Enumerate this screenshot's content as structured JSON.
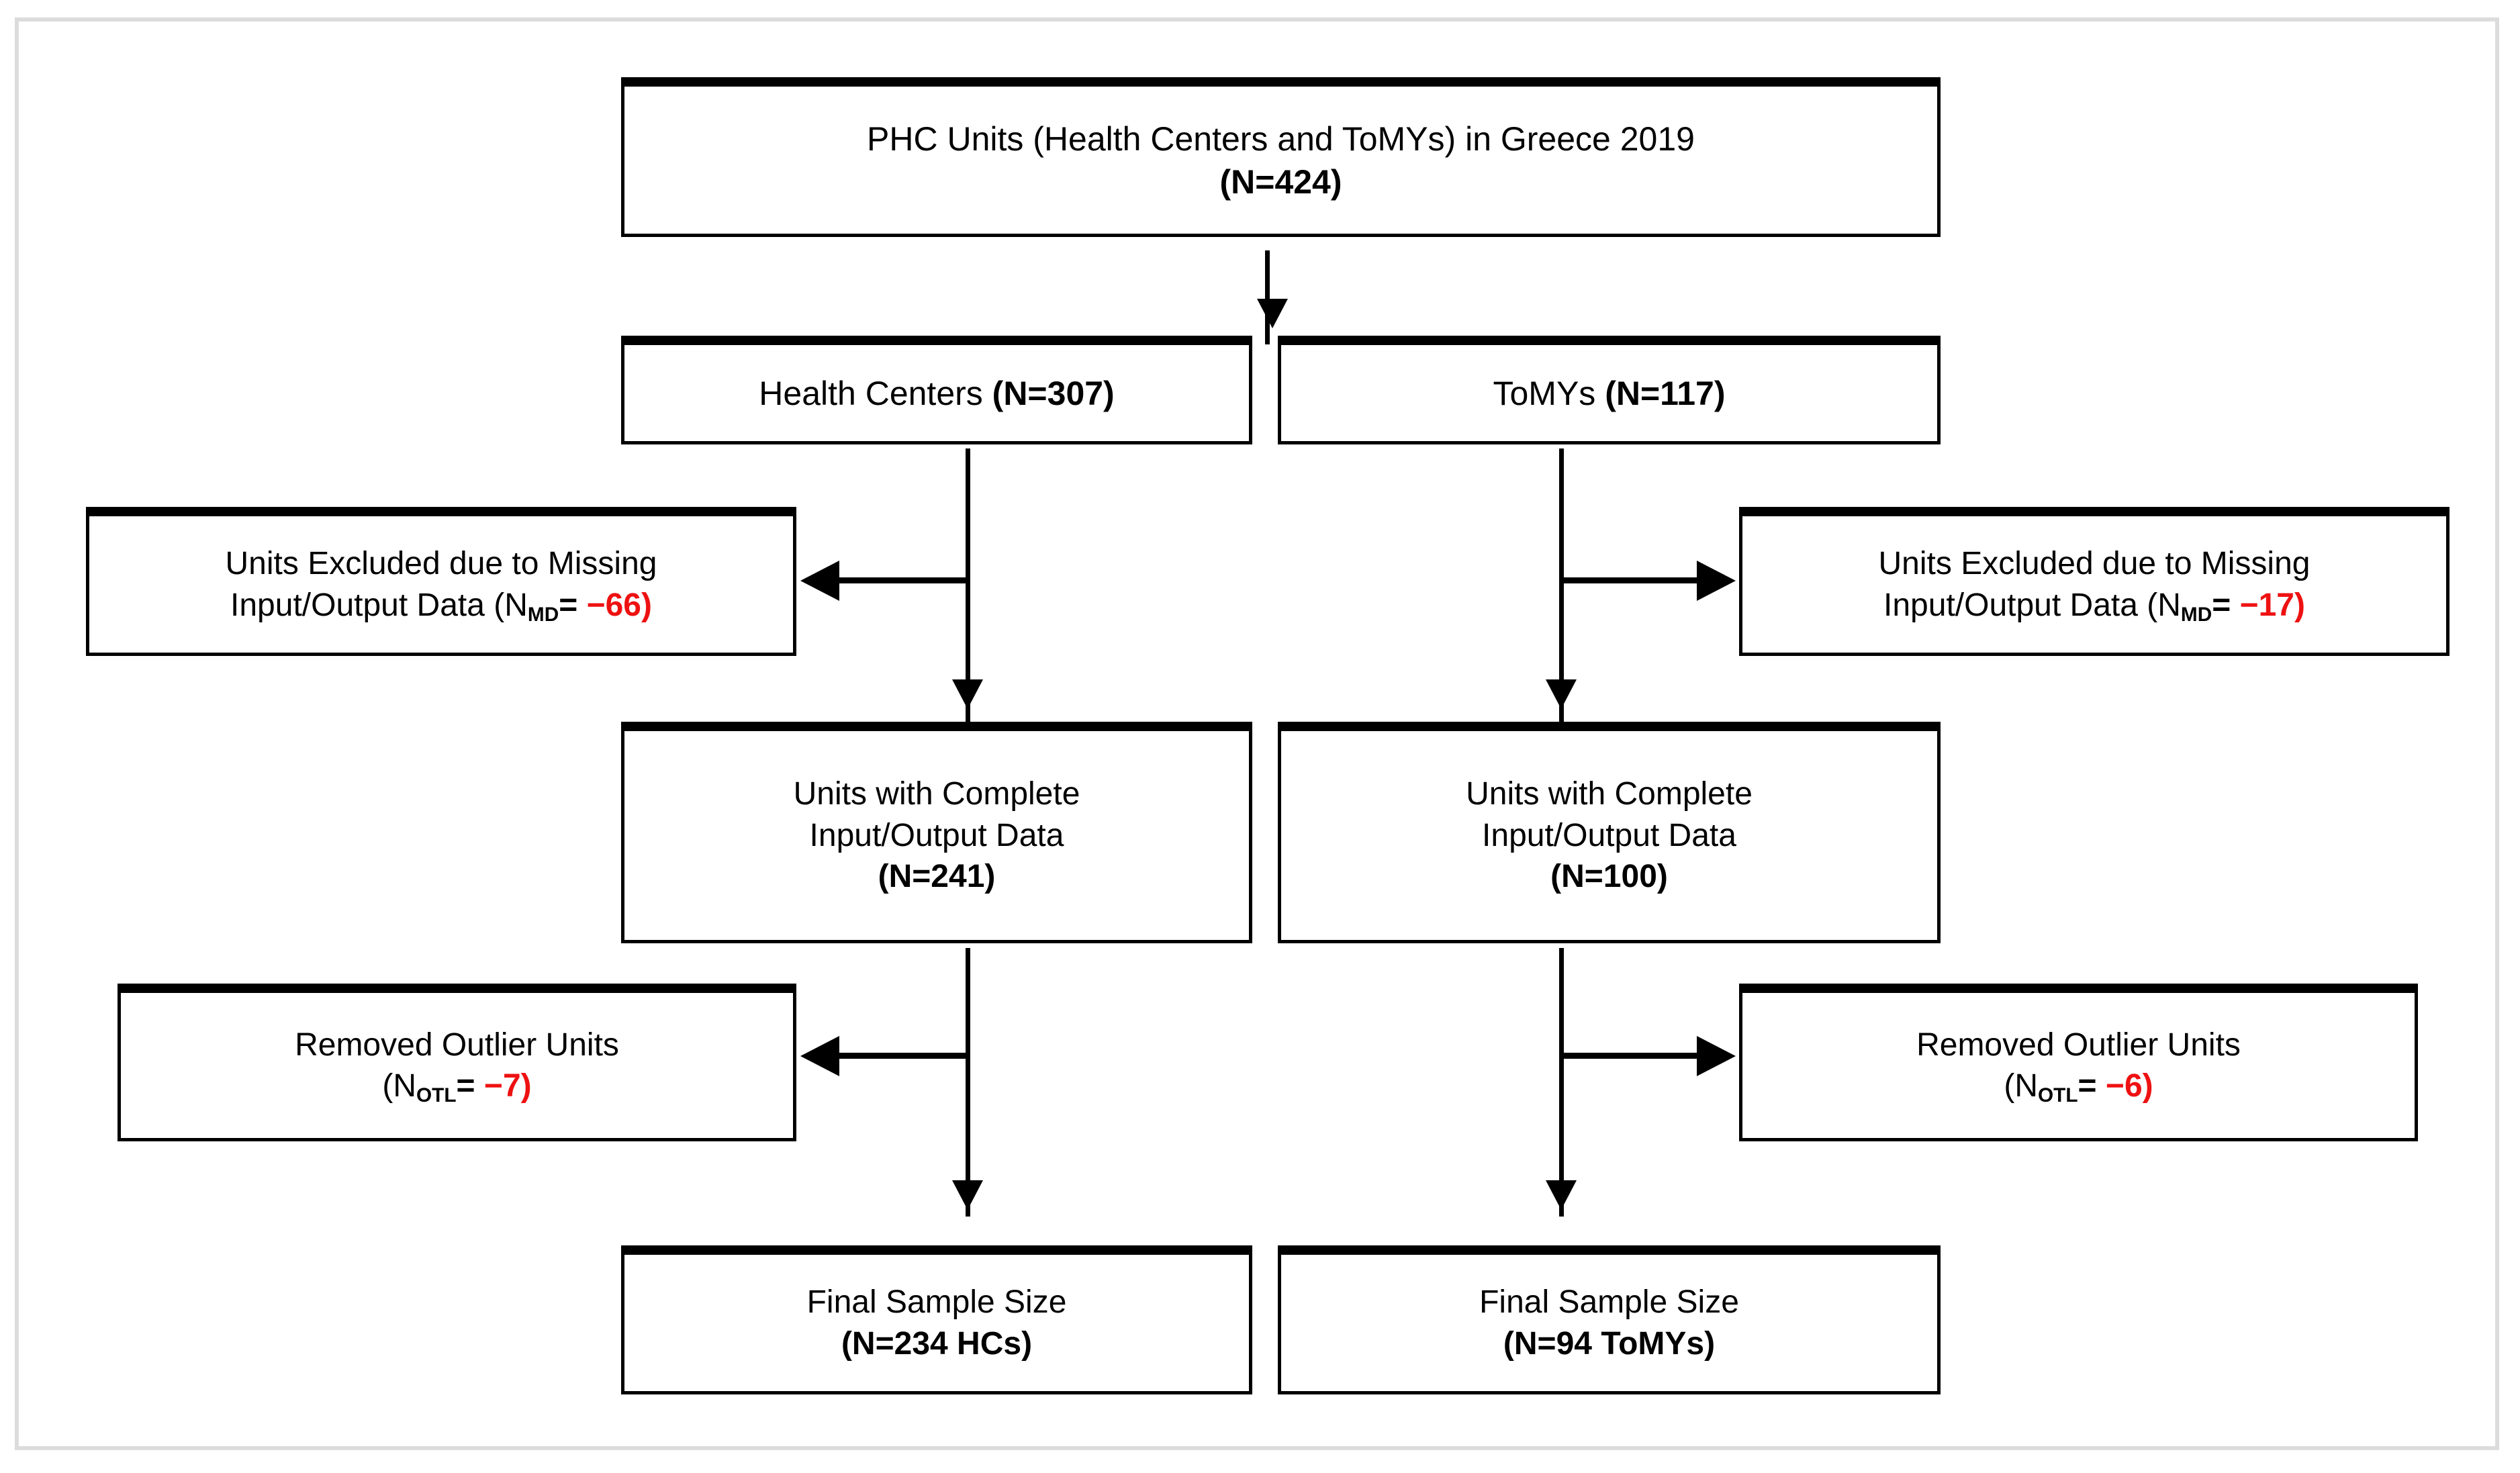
{
  "diagram": {
    "title_not_shown": "",
    "colors": {
      "box_border": "#000000",
      "box_shadow": "#9a9a9a",
      "negative_value": "#ee1111",
      "outer_frame": "#dcdcdc",
      "text": "#000000"
    },
    "nodes": {
      "total": {
        "line1": "PHC Units (Health Centers and ToMYs) in Greece 2019",
        "line2": "(N=424)"
      },
      "health_centers": {
        "label": "Health Centers ",
        "count": "(N=307)"
      },
      "tomys": {
        "label": "ToMYs ",
        "count": "(N=117)"
      },
      "excluded_hc": {
        "line1": "Units Excluded due to Missing",
        "line2_prefix": "Input/Output Data (N",
        "line2_sub": "MD",
        "line2_eq": "= ",
        "line2_value": "−66)"
      },
      "excluded_tomys": {
        "line1": "Units Excluded due to Missing",
        "line2_prefix": "Input/Output Data (N",
        "line2_sub": "MD",
        "line2_eq": "= ",
        "line2_value": "−17)"
      },
      "complete_hc": {
        "line1": "Units with Complete",
        "line2": "Input/Output Data",
        "line3": "(N=241)"
      },
      "complete_tomys": {
        "line1": "Units with Complete",
        "line2": "Input/Output Data",
        "line3": "(N=100)"
      },
      "outliers_hc": {
        "line1": "Removed Outlier Units",
        "line2_prefix": "(N",
        "line2_sub": "OTL",
        "line2_eq": "= ",
        "line2_value": "−7)"
      },
      "outliers_tomys": {
        "line1": "Removed Outlier Units",
        "line2_prefix": "(N",
        "line2_sub": "OTL",
        "line2_eq": "= ",
        "line2_value": "−6)"
      },
      "final_hc": {
        "line1": "Final Sample Size",
        "line2": "(N=234 HCs)"
      },
      "final_tomys": {
        "line1": "Final Sample Size",
        "line2": "(N=94 ToMYs)"
      }
    }
  },
  "chart_data": {
    "type": "flowchart",
    "title": "PHC Units (Health Centers and ToMYs) in Greece 2019",
    "total_n": 424,
    "branches": [
      {
        "name": "Health Centers",
        "initial_n": 307,
        "excluded_missing_data": -66,
        "complete_n": 241,
        "removed_outliers": -7,
        "final_n": 234,
        "final_label": "234 HCs"
      },
      {
        "name": "ToMYs",
        "initial_n": 117,
        "excluded_missing_data": -17,
        "complete_n": 100,
        "removed_outliers": -6,
        "final_n": 94,
        "final_label": "94 ToMYs"
      }
    ]
  }
}
